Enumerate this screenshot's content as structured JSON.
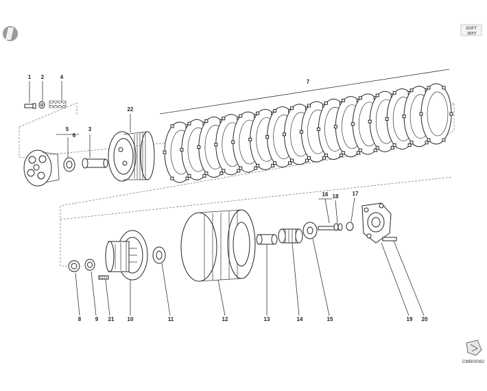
{
  "brand": {
    "line1": "SOFT",
    "line2": "WAY"
  },
  "drawing_code": "CMB00082",
  "callouts": [
    {
      "id": "1",
      "label": "1"
    },
    {
      "id": "2",
      "label": "2"
    },
    {
      "id": "4",
      "label": "4"
    },
    {
      "id": "5",
      "label": "5"
    },
    {
      "id": "6",
      "label": "6"
    },
    {
      "id": "3",
      "label": "3"
    },
    {
      "id": "22",
      "label": "22"
    },
    {
      "id": "7",
      "label": "7"
    },
    {
      "id": "16",
      "label": "16"
    },
    {
      "id": "18",
      "label": "18"
    },
    {
      "id": "17",
      "label": "17"
    },
    {
      "id": "8",
      "label": "8"
    },
    {
      "id": "9",
      "label": "9"
    },
    {
      "id": "21",
      "label": "21"
    },
    {
      "id": "10",
      "label": "10"
    },
    {
      "id": "11",
      "label": "11"
    },
    {
      "id": "12",
      "label": "12"
    },
    {
      "id": "13",
      "label": "13"
    },
    {
      "id": "14",
      "label": "14"
    },
    {
      "id": "15",
      "label": "15"
    },
    {
      "id": "19",
      "label": "19"
    },
    {
      "id": "20",
      "label": "20"
    }
  ]
}
